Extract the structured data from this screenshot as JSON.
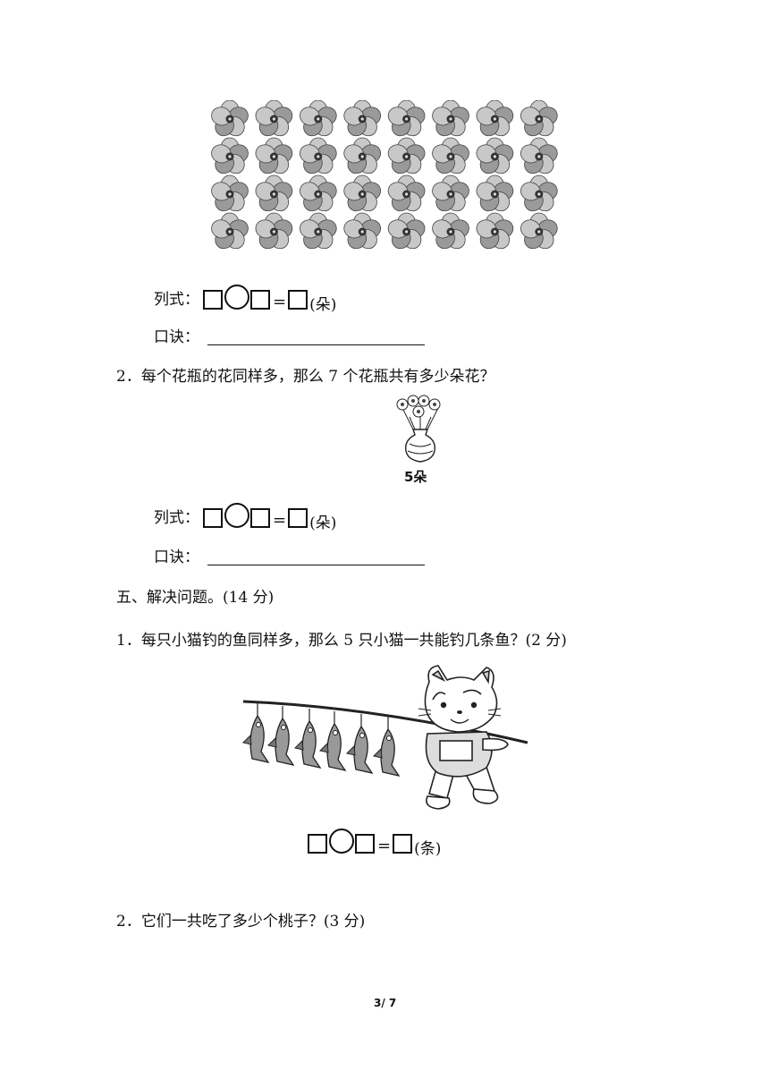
{
  "q1": {
    "formula_label": "列式：",
    "unit": "(朵)",
    "equals": "=",
    "rhyme_label": "口诀："
  },
  "q2": {
    "text": "2．每个花瓶的花同样多，那么 7 个花瓶共有多少朵花？",
    "vase_caption": "5朵",
    "formula_label": "列式：",
    "unit": "(朵)",
    "equals": "=",
    "rhyme_label": "口诀："
  },
  "section5": {
    "heading": "五、解决问题。(14 分)",
    "p1": {
      "text": "1．每只小猫钓的鱼同样多，那么 5 只小猫一共能钓几条鱼？(2 分)",
      "unit": "(条)",
      "equals": "="
    },
    "p2": {
      "text": "2．它们一共吃了多少个桃子？(3 分)"
    }
  },
  "page": {
    "number": "3/ 7"
  },
  "flowers": {
    "rows": 4,
    "cols": 8
  }
}
